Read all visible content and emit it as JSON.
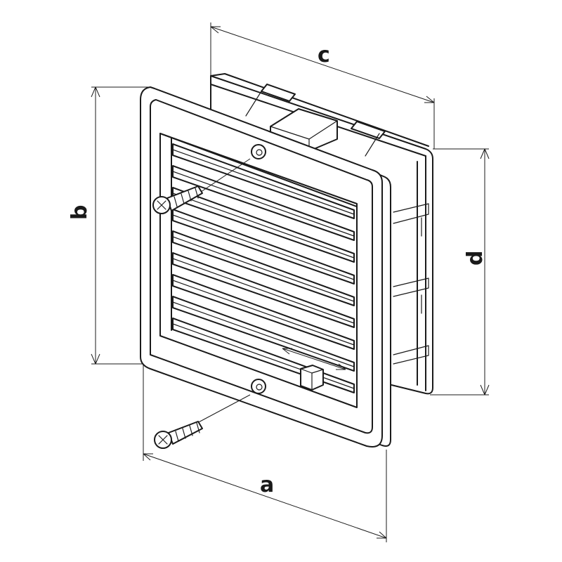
{
  "diagram": {
    "dimensions": {
      "a": "a",
      "b": "b",
      "c": "c",
      "d": "d"
    },
    "icons": [
      "screw-icon",
      "vent-grille-icon",
      "shutter-slider-icon",
      "double-arrow-icon"
    ],
    "colors": {
      "line": "#1a1a1a",
      "background": "#ffffff"
    }
  }
}
